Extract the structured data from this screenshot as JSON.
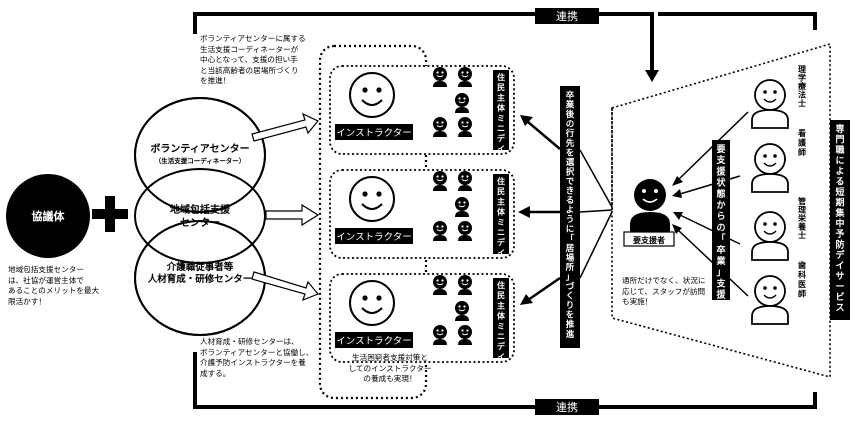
{
  "kyogikai": "協議体",
  "circles": {
    "volunteer_title": "ボランティアセンター",
    "volunteer_sub": "（生活支援コーディネーター）",
    "chiiki_line1": "地域包括支援",
    "chiiki_line2": "センター",
    "kaigo_line1": "介護職従事者等",
    "kaigo_line2": "人材育成・研修センター"
  },
  "notes": {
    "top": "ボランティアセンターに属する\n生活支援コーディネーターが\n中心となって、支援の担い手\nと当該高齢者の居場所づくり\nを推進！",
    "left": "地域包括支援センター\nは、社協が運営主体で\nあることのメリットを最大\n限活かす！",
    "bottom": "人材育成・研修センターは、\nボランティアセンターと協働し、\n介護予防インストラクターを養\n成する。",
    "center": "生活困窮者支援対策と\nしてのインストラクター\nの養成も実現！",
    "right": "通所だけでなく、状況に\n応じて、スタッフが訪問\nも実施！"
  },
  "renkei_top": "連携",
  "renkei_bottom": "連携",
  "instructor_label": "インストラクター",
  "mini_day": "住民主体ミニデイ",
  "central_banner": "卒業後の行先を選択できるように「居場所」づくりを推進",
  "support_banner": "要支援状態からの「卒業」支援",
  "youshien": "要支援者",
  "professionals": [
    "理学療法士",
    "看護師",
    "管理栄養士",
    "歯科医師"
  ],
  "service_banner": "専門職による短期集中予防デイサービス"
}
